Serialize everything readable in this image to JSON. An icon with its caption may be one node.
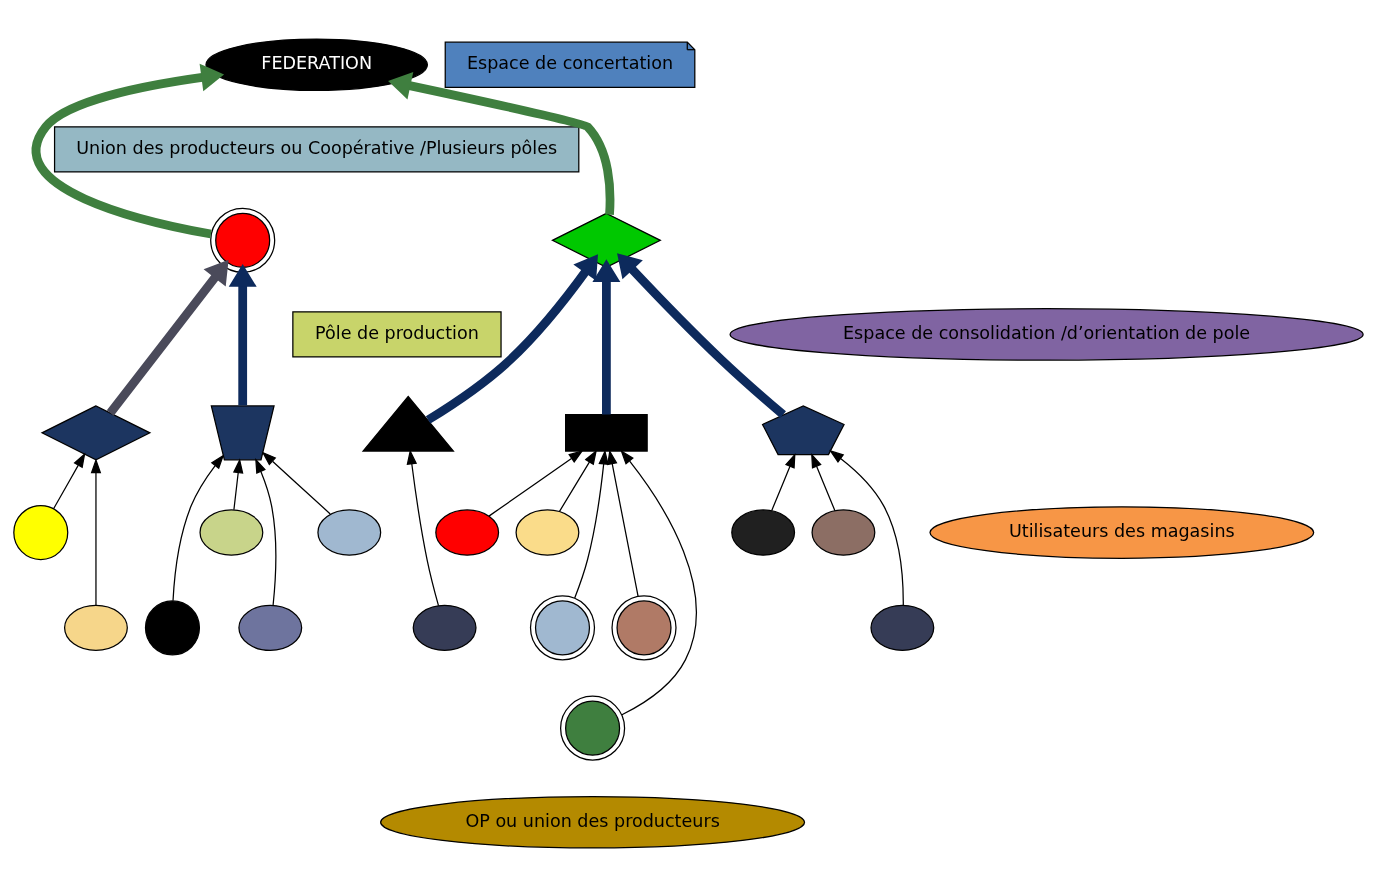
{
  "diagram": {
    "nodes": [
      {
        "text": [
          "FEDERATION"
        ]
      },
      {
        "text": [
          "Union des producteurs ou Coopérative /Plusieurs pôles"
        ]
      },
      {
        "text": [],
        "shape": "ring"
      },
      {
        "text": [],
        "shape": "diamond"
      },
      {
        "text": [
          "Pôle de production"
        ]
      },
      {
        "text": [],
        "shape": "trapezoid"
      },
      {
        "text": [],
        "shape": "diamond"
      },
      {
        "text": [],
        "shape": "triangle"
      },
      {
        "text": [],
        "shape": "box"
      },
      {
        "text": [],
        "shape": "pentagon"
      },
      {
        "text": [],
        "shape": "oval"
      },
      {
        "text": [],
        "shape": "oval"
      },
      {
        "text": [],
        "shape": "oval"
      },
      {
        "text": [],
        "shape": "circle"
      },
      {
        "text": [],
        "shape": "circle"
      },
      {
        "text": [],
        "shape": "oval"
      },
      {
        "text": [],
        "shape": "oval"
      },
      {
        "text": [],
        "shape": "oval"
      },
      {
        "text": [],
        "shape": "oval"
      },
      {
        "text": [],
        "shape": "ring"
      },
      {
        "text": [],
        "shape": "ring"
      },
      {
        "text": [],
        "shape": "ring"
      },
      {
        "text": [],
        "shape": "oval"
      },
      {
        "text": [],
        "shape": "oval"
      },
      {
        "text": [],
        "shape": "oval"
      },
      {
        "text": [
          "OP ou union des producteurs"
        ]
      },
      {
        "text": [
          "Espace de concertation"
        ]
      },
      {
        "text": [
          "Espace de consolidation /d’orientation de pole"
        ]
      },
      {
        "text": [
          "Utilisateurs des magasins"
        ]
      }
    ],
    "edges": [
      {
        "from": 2,
        "to": 0,
        "arrow": "to",
        "style": "thick",
        "color": "#3f7f3f"
      },
      {
        "from": 3,
        "to": 0,
        "arrow": "to",
        "style": "thick",
        "color": "#3f7f3f"
      },
      {
        "from": 5,
        "to": 2,
        "arrow": "to",
        "style": "thick",
        "color": "#0d2a5c"
      },
      {
        "from": 6,
        "to": 2,
        "arrow": "to",
        "style": "thick",
        "color": "#4a4a5a"
      },
      {
        "from": 7,
        "to": 3,
        "arrow": "to",
        "style": "thick",
        "color": "#0d2a5c"
      },
      {
        "from": 8,
        "to": 3,
        "arrow": "to",
        "style": "thick",
        "color": "#0d2a5c"
      },
      {
        "from": 9,
        "to": 3,
        "arrow": "to",
        "style": "thick",
        "color": "#0d2a5c"
      },
      {
        "from": 10,
        "to": 5,
        "arrow": "to"
      },
      {
        "from": 12,
        "to": 5,
        "arrow": "to"
      },
      {
        "from": 13,
        "to": 5,
        "arrow": "to"
      },
      {
        "from": 11,
        "to": 5,
        "arrow": "to"
      },
      {
        "from": 14,
        "to": 6,
        "arrow": "to"
      },
      {
        "from": 15,
        "to": 6,
        "arrow": "to"
      },
      {
        "from": 16,
        "to": 7,
        "arrow": "to"
      },
      {
        "from": 17,
        "to": 8,
        "arrow": "to"
      },
      {
        "from": 19,
        "to": 8,
        "arrow": "to"
      },
      {
        "from": 21,
        "to": 8,
        "arrow": "to"
      },
      {
        "from": 20,
        "to": 8,
        "arrow": "to"
      },
      {
        "from": 18,
        "to": 8,
        "arrow": "to"
      },
      {
        "from": 22,
        "to": 9,
        "arrow": "to"
      },
      {
        "from": 24,
        "to": 9,
        "arrow": "to"
      },
      {
        "from": 23,
        "to": 9,
        "arrow": "to"
      }
    ]
  }
}
